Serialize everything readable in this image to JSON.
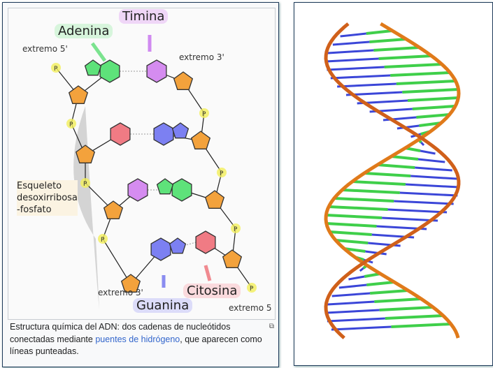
{
  "diagram": {
    "labels": {
      "timina": "Timina",
      "adenina": "Adenina",
      "extremo5_top": "extremo 5'",
      "extremo3_top": "extremo 3'",
      "esqueleto": [
        "Esqueleto",
        "desoxirribosa",
        "-fosfato"
      ],
      "extremo3_bottom": "extremo 3'",
      "guanina": "Guanina",
      "citosina": "Citosina",
      "extremo5_bottom": "extremo 5"
    },
    "colors": {
      "adenina": "#5ee27a",
      "timina": "#d58cf0",
      "citosina": "#f07b84",
      "guanina": "#7c80f2",
      "sugar": "#f3a23c",
      "phosphate": "#f2ef5a"
    }
  },
  "caption": {
    "text1": "Estructura química del ADN: dos cadenas de nucleótidos conectadas mediante ",
    "link": "puentes de hidrógeno",
    "text2": ", que aparecen como líneas punteadas.",
    "magnify_icon": "enlarge-icon"
  }
}
